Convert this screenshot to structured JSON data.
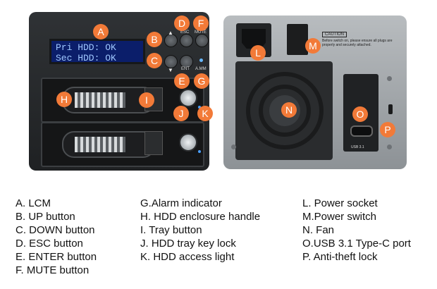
{
  "lcm_display": {
    "line1": "Pri HDD: OK",
    "line2": "Sec HDD: OK"
  },
  "front_labels": {
    "esc": "ESC",
    "mute": "MUTE",
    "ent": "ENT",
    "alarm": "A.MM"
  },
  "caution": {
    "title": "CAUTION",
    "text": "Before switch on, please ensure all plugs are properly and securely attached."
  },
  "usb_label": "USB 3.1",
  "callouts": [
    "A",
    "B",
    "C",
    "D",
    "E",
    "F",
    "G",
    "H",
    "I",
    "J",
    "K",
    "L",
    "M",
    "N",
    "O",
    "P"
  ],
  "legend": {
    "col1": [
      "A. LCM",
      "B. UP button",
      "C. DOWN button",
      "D. ESC button",
      "E. ENTER button",
      "F.  MUTE button"
    ],
    "col2": [
      "G.Alarm indicator",
      "H. HDD enclosure handle",
      "I.  Tray button",
      "J.  HDD tray key lock",
      "K. HDD access light"
    ],
    "col3": [
      "L.  Power socket",
      "M.Power switch",
      "N. Fan",
      "O.USB 3.1 Type-C port",
      "P.  Anti-theft lock"
    ]
  },
  "colors": {
    "callout": "#f27a38",
    "lcm_bg": "#0b1e6a",
    "lcm_text": "#9fc7ff"
  }
}
